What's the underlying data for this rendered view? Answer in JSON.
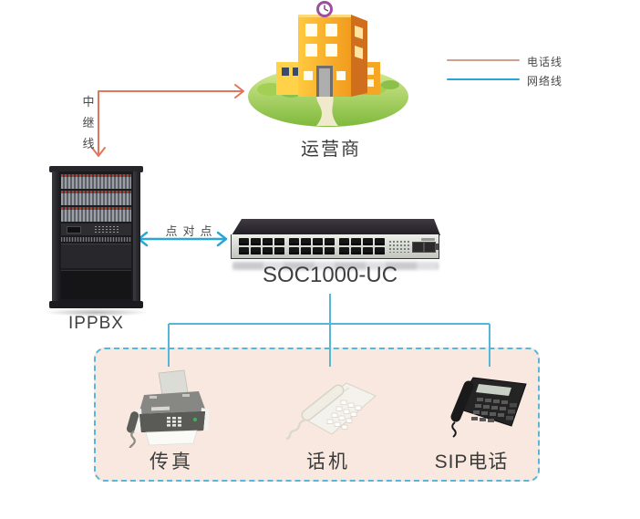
{
  "diagram": {
    "legend": {
      "phone_line_label": "电话线",
      "network_line_label": "网络线"
    },
    "labels": {
      "operator": "运营商",
      "trunk": "中继线",
      "ippbx": "IPPBX",
      "p2p": "点对点",
      "gateway": "SOC1000-UC",
      "fax": "传真",
      "desk_phone": "话机",
      "sip_phone": "SIP电话"
    },
    "colors": {
      "phone_line": "#cfa08a",
      "trunk_line": "#e2765b",
      "network_line": "#2ba6d4",
      "tree_line": "#55b6d9",
      "group_border": "#56b7d8",
      "group_bg": "#f9e8df"
    }
  }
}
